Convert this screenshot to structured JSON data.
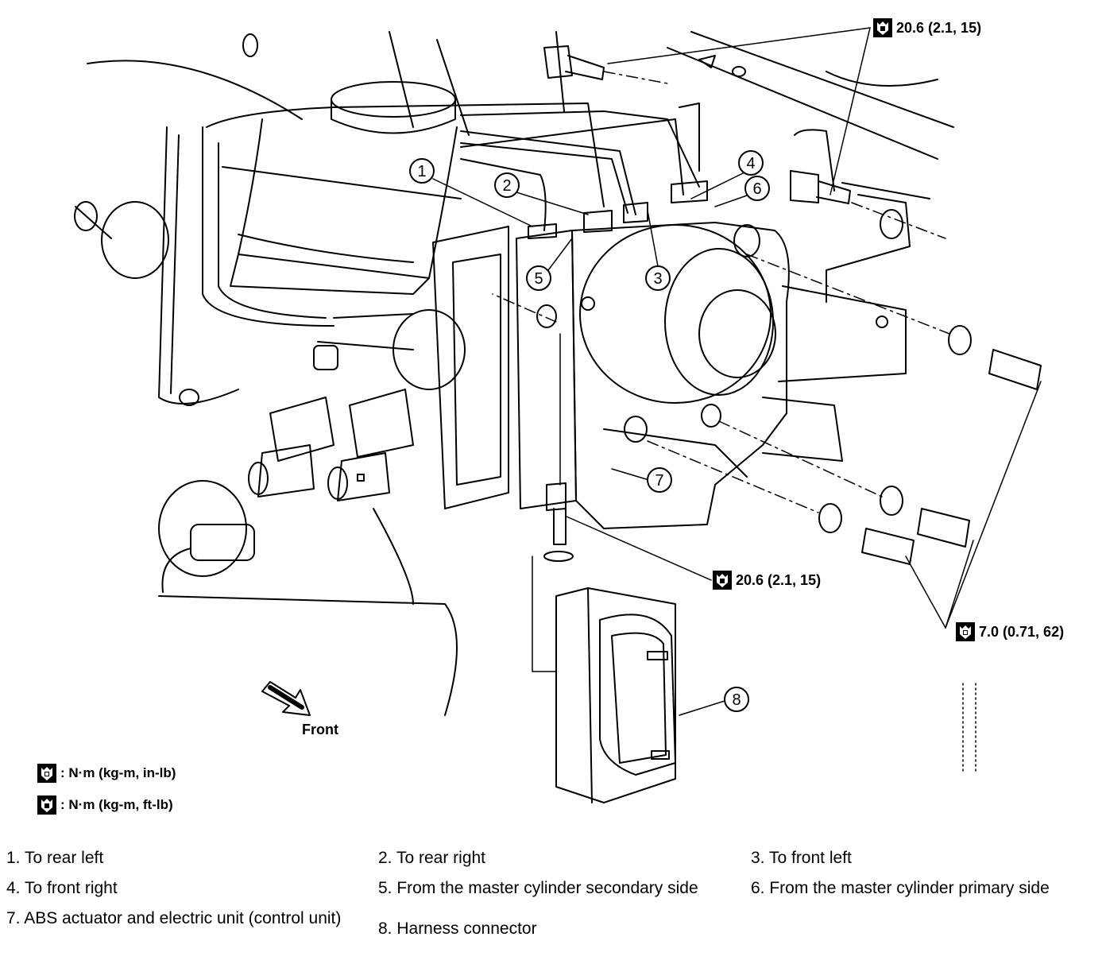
{
  "callouts": [
    "1",
    "2",
    "3",
    "4",
    "5",
    "6",
    "7",
    "8"
  ],
  "torque_specs": [
    {
      "value": "20.6 (2.1, 15)",
      "icon": "wrench-ftlb-icon"
    },
    {
      "value": "20.6 (2.1, 15)",
      "icon": "wrench-ftlb-icon"
    },
    {
      "value": "7.0 (0.71, 62)",
      "icon": "wrench-inlb-icon"
    }
  ],
  "front_label": "Front",
  "legend": [
    {
      "icon": "wrench-inlb-icon",
      "text": ": N·m (kg-m, in-lb)"
    },
    {
      "icon": "wrench-ftlb-icon",
      "text": ": N·m (kg-m, ft-lb)"
    }
  ],
  "captions": [
    "1. To rear left",
    "2. To rear right",
    "3. To front left",
    "4. To front right",
    "5. From the master cylinder secondary side",
    "6. From the master cylinder primary side",
    "7. ABS actuator and electric unit (control unit)",
    "8. Harness connector"
  ]
}
